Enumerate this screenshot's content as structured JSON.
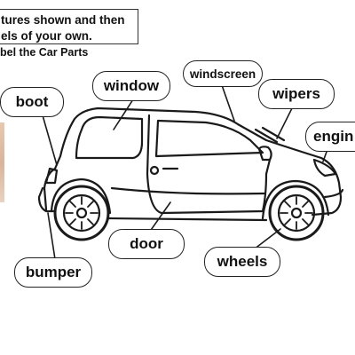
{
  "instructions": {
    "line1": "tures shown and then",
    "line2": "els of your own."
  },
  "subtitle": "bel the Car Parts",
  "labels": {
    "boot": "boot",
    "window": "window",
    "windscreen": "windscreen",
    "wipers": "wipers",
    "engine": "engin",
    "door": "door",
    "wheels": "wheels",
    "bumper": "bumper"
  }
}
